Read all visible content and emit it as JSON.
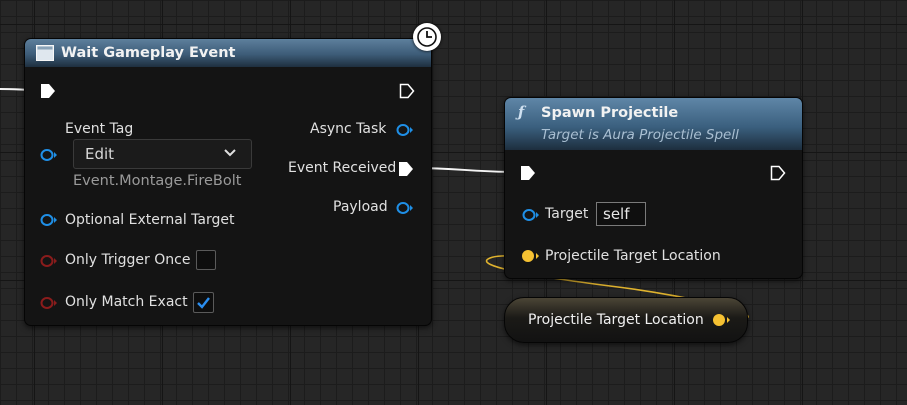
{
  "wait_node": {
    "title": "Wait Gameplay Event",
    "event_tag_label": "Event Tag",
    "event_tag_dropdown": "Edit",
    "event_tag_value": "Event.Montage.FireBolt",
    "optional_external_target_label": "Optional External Target",
    "only_trigger_once_label": "Only Trigger Once",
    "only_trigger_once_checked": false,
    "only_match_exact_label": "Only Match Exact",
    "only_match_exact_checked": true,
    "async_task_label": "Async Task",
    "event_received_label": "Event Received",
    "payload_label": "Payload"
  },
  "spawn_node": {
    "function_icon": "ƒ",
    "title": "Spawn Projectile",
    "subtitle": "Target is Aura Projectile Spell",
    "target_label": "Target",
    "target_value": "self",
    "projectile_target_location_label": "Projectile Target Location"
  },
  "variable_node": {
    "label": "Projectile Target Location"
  },
  "colors": {
    "exec": "#ffffff",
    "object_pin": "#1f8fe6",
    "bool_pin": "#8a1c1c",
    "vector_pin": "#f5c132",
    "checkbox_check": "#2a8ef0"
  },
  "icons": {
    "latent_clock": "clock-icon",
    "chevron": "chevron-down-icon",
    "node_icon": "event-window-icon"
  }
}
